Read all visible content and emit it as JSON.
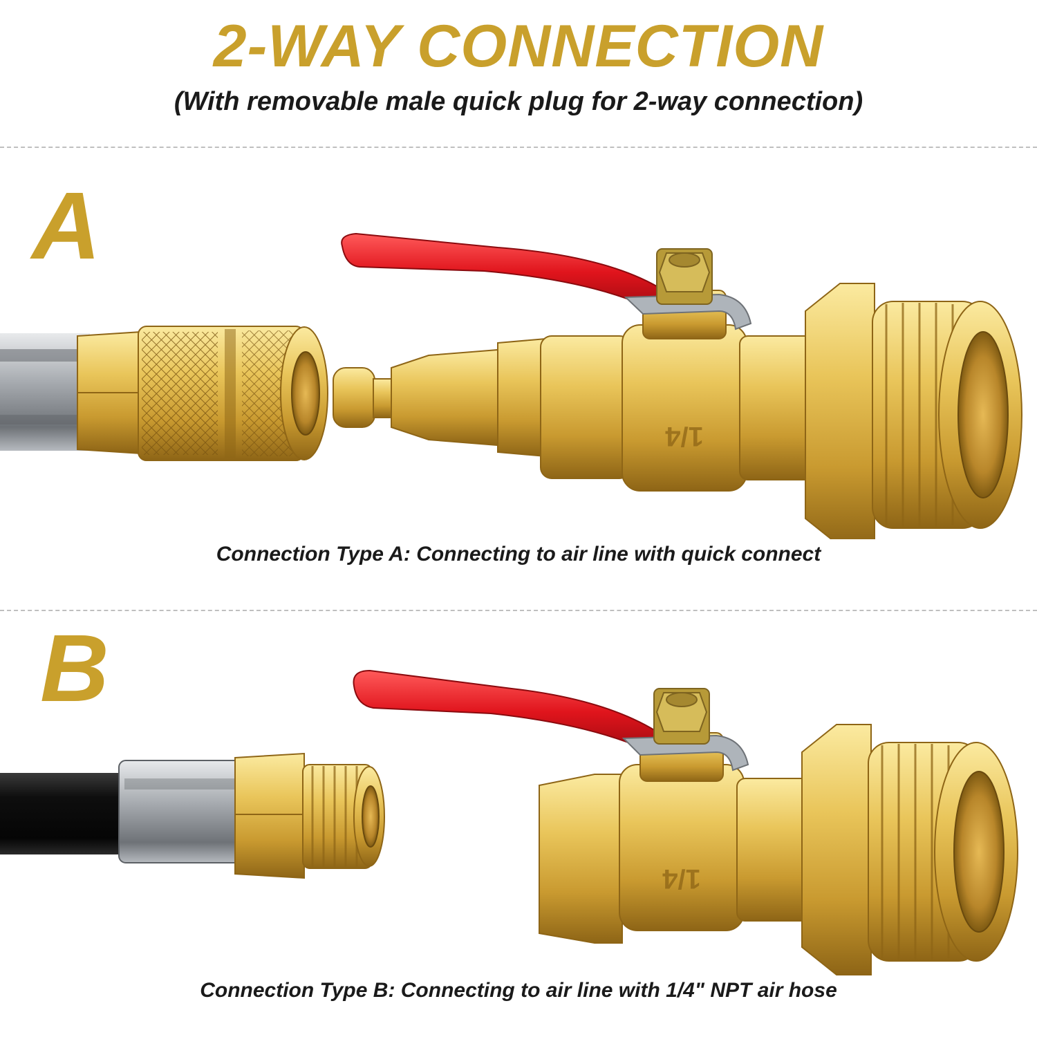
{
  "header": {
    "title": "2-WAY CONNECTION",
    "subtitle": "(With removable male quick plug for 2-way connection)"
  },
  "sections": [
    {
      "letter": "A",
      "caption": "Connection Type A: Connecting to air line with quick connect",
      "valve_marking": "1/4"
    },
    {
      "letter": "B",
      "caption": "Connection Type B: Connecting to air line with 1/4\" NPT air hose",
      "valve_marking": "1/4"
    }
  ],
  "colors": {
    "accent_gold": "#C9A02C",
    "brass_light": "#F3D875",
    "brass_mid": "#DDB142",
    "brass_dark": "#A87A1E",
    "handle_red": "#E0141C",
    "hose_black": "#111111",
    "steel": "#9FA3A8"
  }
}
